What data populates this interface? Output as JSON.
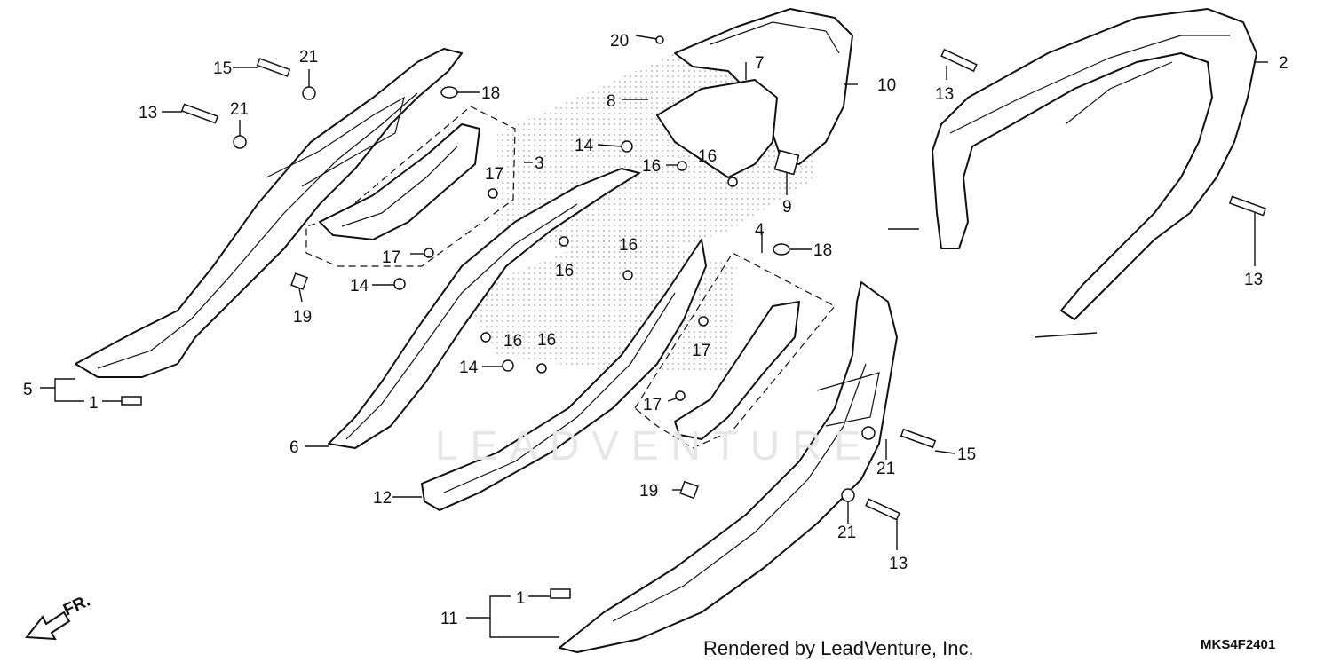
{
  "diagram": {
    "footer_text": "Rendered by LeadVenture, Inc.",
    "diagram_code": "MKS4F2401",
    "watermark_text": "LEADVENTURE",
    "front_indicator": "FR.",
    "callouts": [
      {
        "id": "c1a",
        "text": "1"
      },
      {
        "id": "c1b",
        "text": "1"
      },
      {
        "id": "c2",
        "text": "2"
      },
      {
        "id": "c3",
        "text": "3"
      },
      {
        "id": "c4",
        "text": "4"
      },
      {
        "id": "c5",
        "text": "5"
      },
      {
        "id": "c6",
        "text": "6"
      },
      {
        "id": "c7",
        "text": "7"
      },
      {
        "id": "c8",
        "text": "8"
      },
      {
        "id": "c9",
        "text": "9"
      },
      {
        "id": "c10",
        "text": "10"
      },
      {
        "id": "c11",
        "text": "11"
      },
      {
        "id": "c12",
        "text": "12"
      },
      {
        "id": "c13a",
        "text": "13"
      },
      {
        "id": "c13b",
        "text": "13"
      },
      {
        "id": "c13c",
        "text": "13"
      },
      {
        "id": "c13d",
        "text": "13"
      },
      {
        "id": "c14a",
        "text": "14"
      },
      {
        "id": "c14b",
        "text": "14"
      },
      {
        "id": "c14c",
        "text": "14"
      },
      {
        "id": "c15a",
        "text": "15"
      },
      {
        "id": "c15b",
        "text": "15"
      },
      {
        "id": "c16a",
        "text": "16"
      },
      {
        "id": "c16b",
        "text": "16"
      },
      {
        "id": "c16c",
        "text": "16"
      },
      {
        "id": "c16d",
        "text": "16"
      },
      {
        "id": "c16e",
        "text": "16"
      },
      {
        "id": "c16f",
        "text": "16"
      },
      {
        "id": "c17a",
        "text": "17"
      },
      {
        "id": "c17b",
        "text": "17"
      },
      {
        "id": "c17c",
        "text": "17"
      },
      {
        "id": "c17d",
        "text": "17"
      },
      {
        "id": "c18a",
        "text": "18"
      },
      {
        "id": "c18b",
        "text": "18"
      },
      {
        "id": "c19a",
        "text": "19"
      },
      {
        "id": "c19b",
        "text": "19"
      },
      {
        "id": "c20",
        "text": "20"
      },
      {
        "id": "c21a",
        "text": "21"
      },
      {
        "id": "c21b",
        "text": "21"
      },
      {
        "id": "c21c",
        "text": "21"
      },
      {
        "id": "c21d",
        "text": "21"
      }
    ]
  }
}
